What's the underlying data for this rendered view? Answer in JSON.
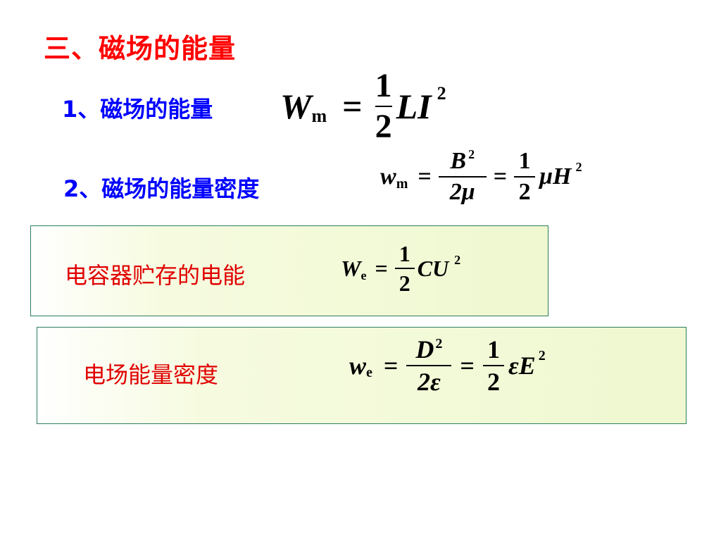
{
  "title": "三、磁场的能量",
  "item1": {
    "label": "1、磁场的能量",
    "formula": {
      "lhs": "W",
      "lhs_sub": "m",
      "eq": "=",
      "num": "1",
      "den": "2",
      "rhs": "LI",
      "rhs_sup": "2"
    }
  },
  "item2": {
    "label": "2、磁场的能量密度",
    "formula": {
      "lhs": "w",
      "lhs_sub": "m",
      "eq1": "=",
      "f1_num": "B",
      "f1_num_sup": "2",
      "f1_den": "2μ",
      "eq2": "=",
      "f2_num": "1",
      "f2_den": "2",
      "rhs": "μH",
      "rhs_sup": "2"
    }
  },
  "box1": {
    "label": "电容器贮存的电能",
    "formula": {
      "lhs": "W",
      "lhs_sub": "e",
      "eq": "=",
      "num": "1",
      "den": "2",
      "rhs": "CU",
      "rhs_sup": "2"
    }
  },
  "box2": {
    "label": "电场能量密度",
    "formula": {
      "lhs": "w",
      "lhs_sub": "e",
      "eq1": "=",
      "f1_num": "D",
      "f1_num_sup": "2",
      "f1_den": "2ε",
      "eq2": "=",
      "f2_num": "1",
      "f2_den": "2",
      "rhs": "εE",
      "rhs_sup": "2"
    }
  },
  "colors": {
    "title": "#ff0000",
    "blue_label": "#0000ff",
    "red_label": "#e00000",
    "box_border": "#2e7d5e",
    "box_fill": "#eff8d0"
  }
}
